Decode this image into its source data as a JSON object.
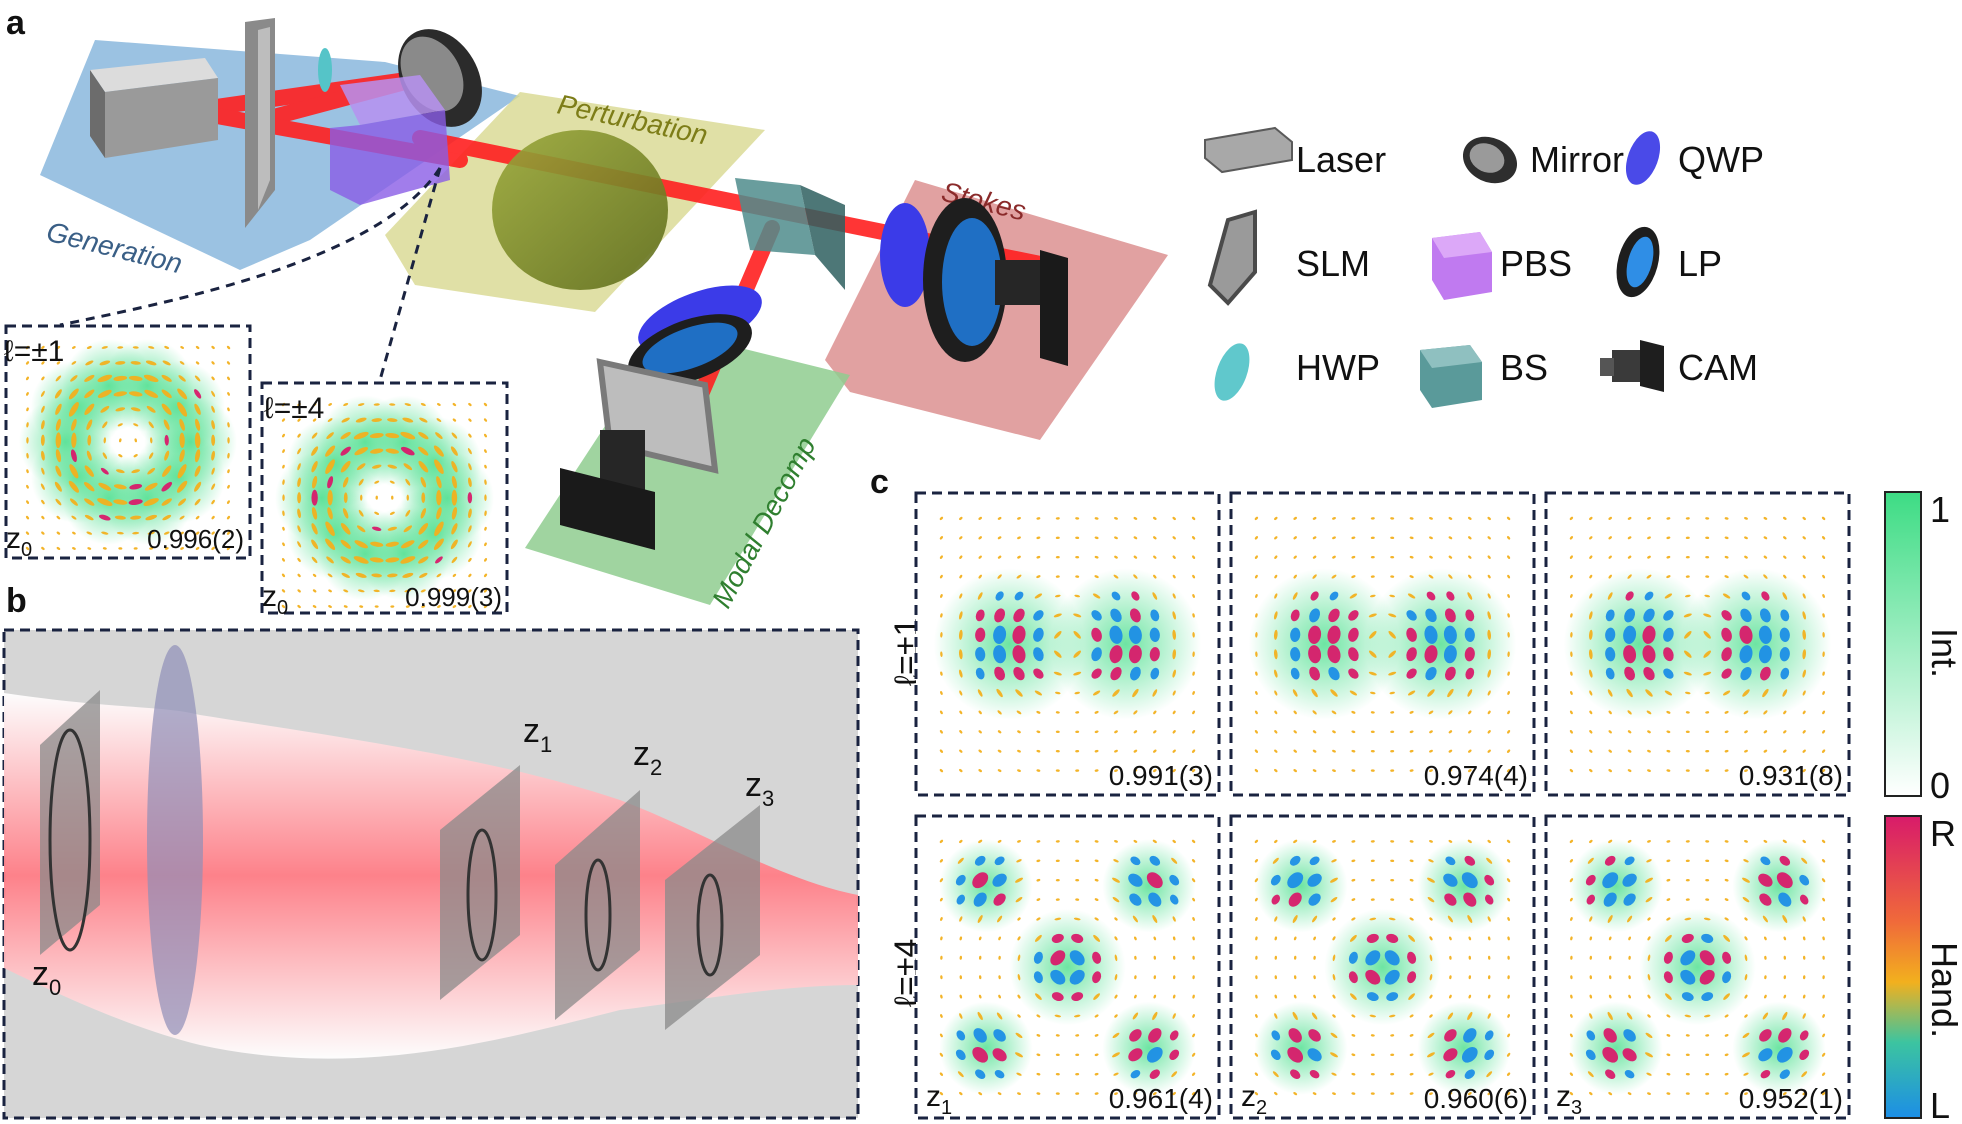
{
  "panel_a": {
    "label": "a",
    "regions": {
      "generation": "Generation",
      "perturbation": "Perturbation",
      "stokes": "Stokes",
      "modal": "Modal Decomp"
    },
    "insets": [
      {
        "ell": "ℓ=±1",
        "z": "z",
        "z_sub": "0",
        "fidelity": "0.996(2)"
      },
      {
        "ell": "ℓ=±4",
        "z": "z",
        "z_sub": "0",
        "fidelity": "0.999(3)"
      }
    ],
    "legend": [
      {
        "icon": "laser-icon",
        "label": "Laser"
      },
      {
        "icon": "mirror-icon",
        "label": "Mirror"
      },
      {
        "icon": "qwp-icon",
        "label": "QWP"
      },
      {
        "icon": "slm-icon",
        "label": "SLM"
      },
      {
        "icon": "pbs-icon",
        "label": "PBS"
      },
      {
        "icon": "lp-icon",
        "label": "LP"
      },
      {
        "icon": "hwp-icon",
        "label": "HWP"
      },
      {
        "icon": "bs-icon",
        "label": "BS"
      },
      {
        "icon": "cam-icon",
        "label": "CAM"
      }
    ]
  },
  "panel_b": {
    "label": "b",
    "planes": [
      {
        "z": "z",
        "sub": "0"
      },
      {
        "z": "z",
        "sub": "1"
      },
      {
        "z": "z",
        "sub": "2"
      },
      {
        "z": "z",
        "sub": "3"
      }
    ]
  },
  "panel_c": {
    "label": "c",
    "rows": [
      "ℓ=±1",
      "ℓ=±4"
    ],
    "cells": [
      {
        "fidelity": "0.991(3)",
        "z": "",
        "sub": ""
      },
      {
        "fidelity": "0.974(4)",
        "z": "",
        "sub": ""
      },
      {
        "fidelity": "0.931(8)",
        "z": "",
        "sub": ""
      },
      {
        "fidelity": "0.961(4)",
        "z": "z",
        "sub": "1"
      },
      {
        "fidelity": "0.960(6)",
        "z": "z",
        "sub": "2"
      },
      {
        "fidelity": "0.952(1)",
        "z": "z",
        "sub": "3"
      }
    ],
    "colorbar_intensity": {
      "top": "1",
      "bottom": "0",
      "label": "Int."
    },
    "colorbar_hand": {
      "top": "R",
      "bottom": "L",
      "label": "Hand."
    }
  },
  "colors": {
    "beam": "#ff2020",
    "generation": "#7aaed8",
    "perturbation": "#d8d890",
    "stokes": "#d98a8a",
    "modal": "#8fcc8f",
    "right_hand": "#d81b6a",
    "left_hand": "#1c8ee6",
    "linear": "#f2b01e",
    "intensity": "#3ddc84",
    "frame": "#1a2340"
  }
}
